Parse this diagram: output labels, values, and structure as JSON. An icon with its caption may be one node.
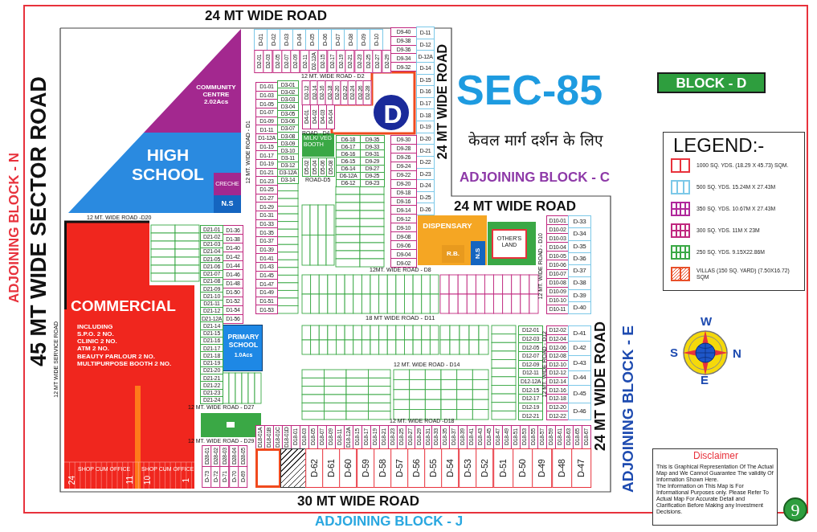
{
  "diagram": {
    "nodes": [
      {
        "text": [
          "COMMUNITY CENTRE",
          "2.02Acs"
        ]
      },
      {
        "text": [
          "HIGH SCHOOL"
        ]
      },
      {
        "text": [
          "CRECHE"
        ],
        "in": 1
      },
      {
        "text": [
          "N.S"
        ],
        "in": 1
      },
      {
        "text": [
          "COMMERCIAL",
          "INCLUDING",
          "S.P.O. 2 NO.",
          "CLINIC 2 NO.",
          "ATM 2 NO.",
          "BEAUTY PARLOUR 2 NO.",
          "MULTIPURPOSE BOOTH 2 NO."
        ]
      },
      {
        "text": [
          "PRIMARY SCHOOL",
          "1.0Acs"
        ]
      },
      {
        "text": [
          "D"
        ]
      },
      {
        "text": [
          "DISPENSARY"
        ]
      },
      {
        "text": [
          "R.B."
        ],
        "in": 7
      },
      {
        "text": [
          "N.S"
        ],
        "in": 7
      },
      {
        "text": [
          "OTHER'S LAND"
        ]
      },
      {
        "text": [
          "MILK/ VEG BOOTH"
        ]
      },
      {
        "text": [
          "BLOCK - D"
        ]
      },
      {
        "text": [
          "Disclaimer",
          "This is Graphical Representation Of The Actual Map and We Cannot Guarantee The validity Of Information Shown Here.",
          "The Information on This Map is For Informational Purposes only. Please Refer To Actual Map For Accurate Detail and Clarification Before Making any Investment Decisions."
        ]
      },
      {
        "text": [
          "9"
        ]
      },
      {
        "text": [
          "D-01"
        ]
      },
      {
        "text": [
          "D-02"
        ]
      },
      {
        "text": [
          "D-03"
        ]
      },
      {
        "text": [
          "D-04"
        ]
      },
      {
        "text": [
          "D-05"
        ]
      },
      {
        "text": [
          "D-06"
        ]
      },
      {
        "text": [
          "D-07"
        ]
      },
      {
        "text": [
          "D-08"
        ]
      },
      {
        "text": [
          "D-09"
        ]
      },
      {
        "text": [
          "D-10"
        ]
      },
      {
        "text": [
          "D2-01"
        ]
      },
      {
        "text": [
          "D2-03"
        ]
      },
      {
        "text": [
          "D2-05"
        ]
      },
      {
        "text": [
          "D2-07"
        ]
      },
      {
        "text": [
          "D2-09"
        ]
      },
      {
        "text": [
          "D2-11"
        ]
      },
      {
        "text": [
          "D2-12A"
        ]
      },
      {
        "text": [
          "D2-15"
        ]
      },
      {
        "text": [
          "D2-17"
        ]
      },
      {
        "text": [
          "D2-19"
        ]
      },
      {
        "text": [
          "D2-21"
        ]
      },
      {
        "text": [
          "D2-23"
        ]
      },
      {
        "text": [
          "D2-25"
        ]
      },
      {
        "text": [
          "D2-27"
        ]
      },
      {
        "text": [
          "D2-29"
        ]
      },
      {
        "text": [
          "D9-40"
        ]
      },
      {
        "text": [
          "D9-38"
        ]
      },
      {
        "text": [
          "D9-36"
        ]
      },
      {
        "text": [
          "D9-34"
        ]
      },
      {
        "text": [
          "D9-32"
        ]
      },
      {
        "text": [
          "D-11"
        ]
      },
      {
        "text": [
          "D-12"
        ]
      },
      {
        "text": [
          "D-12A"
        ]
      },
      {
        "text": [
          "D-14"
        ]
      },
      {
        "text": [
          "D-15"
        ]
      },
      {
        "text": [
          "D-16"
        ]
      },
      {
        "text": [
          "D-17"
        ]
      },
      {
        "text": [
          "D-18"
        ]
      },
      {
        "text": [
          "D-19"
        ]
      },
      {
        "text": [
          "D-20"
        ]
      },
      {
        "text": [
          "D-21"
        ]
      },
      {
        "text": [
          "D-22"
        ]
      },
      {
        "text": [
          "D-23"
        ]
      },
      {
        "text": [
          "D-24"
        ]
      },
      {
        "text": [
          "D-25"
        ]
      },
      {
        "text": [
          "D-26"
        ]
      },
      {
        "text": [
          "D9-30"
        ]
      },
      {
        "text": [
          "D9-28"
        ]
      },
      {
        "text": [
          "D9-26"
        ]
      },
      {
        "text": [
          "D9-24"
        ]
      },
      {
        "text": [
          "D9-22"
        ]
      },
      {
        "text": [
          "D9-20"
        ]
      },
      {
        "text": [
          "D9-18"
        ]
      },
      {
        "text": [
          "D9-16"
        ]
      },
      {
        "text": [
          "D9-14"
        ]
      },
      {
        "text": [
          "D9-12"
        ]
      },
      {
        "text": [
          "D9-10"
        ]
      },
      {
        "text": [
          "D9-08"
        ]
      },
      {
        "text": [
          "D9-06"
        ]
      },
      {
        "text": [
          "D9-04"
        ]
      },
      {
        "text": [
          "D9-02"
        ]
      },
      {
        "text": [
          "D1-01"
        ]
      },
      {
        "text": [
          "D1-03"
        ]
      },
      {
        "text": [
          "D1-05"
        ]
      },
      {
        "text": [
          "D1-07"
        ]
      },
      {
        "text": [
          "D1-09"
        ]
      },
      {
        "text": [
          "D1-11"
        ]
      },
      {
        "text": [
          "D1-12A"
        ]
      },
      {
        "text": [
          "D1-15"
        ]
      },
      {
        "text": [
          "D1-17"
        ]
      },
      {
        "text": [
          "D1-19"
        ]
      },
      {
        "text": [
          "D1-21"
        ]
      },
      {
        "text": [
          "D1-23"
        ]
      },
      {
        "text": [
          "D1-25"
        ]
      },
      {
        "text": [
          "D1-27"
        ]
      },
      {
        "text": [
          "D1-29"
        ]
      },
      {
        "text": [
          "D1-31"
        ]
      },
      {
        "text": [
          "D1-33"
        ]
      },
      {
        "text": [
          "D1-35"
        ]
      },
      {
        "text": [
          "D1-37"
        ]
      },
      {
        "text": [
          "D1-39"
        ]
      },
      {
        "text": [
          "D1-41"
        ]
      },
      {
        "text": [
          "D1-43"
        ]
      },
      {
        "text": [
          "D1-45"
        ]
      },
      {
        "text": [
          "D1-47"
        ]
      },
      {
        "text": [
          "D1-49"
        ]
      },
      {
        "text": [
          "D1-51"
        ]
      },
      {
        "text": [
          "D1-53"
        ]
      },
      {
        "text": [
          "D3-01"
        ]
      },
      {
        "text": [
          "D3-02"
        ]
      },
      {
        "text": [
          "D3-03"
        ]
      },
      {
        "text": [
          "D3-04"
        ]
      },
      {
        "text": [
          "D3-05"
        ]
      },
      {
        "text": [
          "D3-06"
        ]
      },
      {
        "text": [
          "D3-07"
        ]
      },
      {
        "text": [
          "D3-08"
        ]
      },
      {
        "text": [
          "D3-09"
        ]
      },
      {
        "text": [
          "D3-10"
        ]
      },
      {
        "text": [
          "D3-11"
        ]
      },
      {
        "text": [
          "D3-12"
        ]
      },
      {
        "text": [
          "D3-12A"
        ]
      },
      {
        "text": [
          "D3-14"
        ]
      },
      {
        "text": [
          "D2-12"
        ]
      },
      {
        "text": [
          "D2-14"
        ]
      },
      {
        "text": [
          "D2-16"
        ]
      },
      {
        "text": [
          "D2-18"
        ]
      },
      {
        "text": [
          "D2-20"
        ]
      },
      {
        "text": [
          "D2-22"
        ]
      },
      {
        "text": [
          "D2-24"
        ]
      },
      {
        "text": [
          "D2-26"
        ]
      },
      {
        "text": [
          "D2-28"
        ]
      },
      {
        "text": [
          "D4-01"
        ]
      },
      {
        "text": [
          "D4-02"
        ]
      },
      {
        "text": [
          "D4-03"
        ]
      },
      {
        "text": [
          "D4-04"
        ]
      },
      {
        "text": [
          "D5-02"
        ]
      },
      {
        "text": [
          "D5-04"
        ]
      },
      {
        "text": [
          "D5-06"
        ]
      },
      {
        "text": [
          "D5-08"
        ]
      },
      {
        "text": [
          "D6-18"
        ]
      },
      {
        "text": [
          "D6-17"
        ]
      },
      {
        "text": [
          "D6-16"
        ]
      },
      {
        "text": [
          "D6-15"
        ]
      },
      {
        "text": [
          "D6-14"
        ]
      },
      {
        "text": [
          "D6-12A"
        ]
      },
      {
        "text": [
          "D6-12"
        ]
      },
      {
        "text": [
          "D9-35"
        ]
      },
      {
        "text": [
          "D9-33"
        ]
      },
      {
        "text": [
          "D9-31"
        ]
      },
      {
        "text": [
          "D9-29"
        ]
      },
      {
        "text": [
          "D9-27"
        ]
      },
      {
        "text": [
          "D9-25"
        ]
      },
      {
        "text": [
          "D9-23"
        ]
      },
      {
        "text": [
          "D1-36"
        ]
      },
      {
        "text": [
          "D1-38"
        ]
      },
      {
        "text": [
          "D1-40"
        ]
      },
      {
        "text": [
          "D1-42"
        ]
      },
      {
        "text": [
          "D1-44"
        ]
      },
      {
        "text": [
          "D1-46"
        ]
      },
      {
        "text": [
          "D1-48"
        ]
      },
      {
        "text": [
          "D1-50"
        ]
      },
      {
        "text": [
          "D1-52"
        ]
      },
      {
        "text": [
          "D1-54"
        ]
      },
      {
        "text": [
          "D1-56"
        ]
      },
      {
        "text": [
          "D21-01"
        ]
      },
      {
        "text": [
          "D21-02"
        ]
      },
      {
        "text": [
          "D21-03"
        ]
      },
      {
        "text": [
          "D21-04"
        ]
      },
      {
        "text": [
          "D21-05"
        ]
      },
      {
        "text": [
          "D21-06"
        ]
      },
      {
        "text": [
          "D21-07"
        ]
      },
      {
        "text": [
          "D21-08"
        ]
      },
      {
        "text": [
          "D21-09"
        ]
      },
      {
        "text": [
          "D21-10"
        ]
      },
      {
        "text": [
          "D21-11"
        ]
      },
      {
        "text": [
          "D21-12"
        ]
      },
      {
        "text": [
          "D21-12A"
        ]
      },
      {
        "text": [
          "D21-14"
        ]
      },
      {
        "text": [
          "D21-15"
        ]
      },
      {
        "text": [
          "D21-16"
        ]
      },
      {
        "text": [
          "D21-17"
        ]
      },
      {
        "text": [
          "D21-18"
        ]
      },
      {
        "text": [
          "D21-19"
        ]
      },
      {
        "text": [
          "D21-20"
        ]
      },
      {
        "text": [
          "D21-21"
        ]
      },
      {
        "text": [
          "D21-22"
        ]
      },
      {
        "text": [
          "D21-23"
        ]
      },
      {
        "text": [
          "D21-24"
        ]
      },
      {
        "text": [
          "D10-01"
        ]
      },
      {
        "text": [
          "D10-02"
        ]
      },
      {
        "text": [
          "D10-03"
        ]
      },
      {
        "text": [
          "D10-04"
        ]
      },
      {
        "text": [
          "D10-05"
        ]
      },
      {
        "text": [
          "D10-06"
        ]
      },
      {
        "text": [
          "D10-07"
        ]
      },
      {
        "text": [
          "D10-08"
        ]
      },
      {
        "text": [
          "D10-09"
        ]
      },
      {
        "text": [
          "D10-10"
        ]
      },
      {
        "text": [
          "D10-11"
        ]
      },
      {
        "text": [
          "D-33"
        ]
      },
      {
        "text": [
          "D-34"
        ]
      },
      {
        "text": [
          "D-35"
        ]
      },
      {
        "text": [
          "D-36"
        ]
      },
      {
        "text": [
          "D-37"
        ]
      },
      {
        "text": [
          "D-38"
        ]
      },
      {
        "text": [
          "D-39"
        ]
      },
      {
        "text": [
          "D-40"
        ]
      },
      {
        "text": [
          "D12-01"
        ]
      },
      {
        "text": [
          "D12-03"
        ]
      },
      {
        "text": [
          "D12-05"
        ]
      },
      {
        "text": [
          "D12-07"
        ]
      },
      {
        "text": [
          "D12-09"
        ]
      },
      {
        "text": [
          "D12-11"
        ]
      },
      {
        "text": [
          "D12-12A"
        ]
      },
      {
        "text": [
          "D12-15"
        ]
      },
      {
        "text": [
          "D12-17"
        ]
      },
      {
        "text": [
          "D12-19"
        ]
      },
      {
        "text": [
          "D12-21"
        ]
      },
      {
        "text": [
          "D12-02"
        ]
      },
      {
        "text": [
          "D12-04"
        ]
      },
      {
        "text": [
          "D12-06"
        ]
      },
      {
        "text": [
          "D12-08"
        ]
      },
      {
        "text": [
          "D12-10"
        ]
      },
      {
        "text": [
          "D12-12"
        ]
      },
      {
        "text": [
          "D12-14"
        ]
      },
      {
        "text": [
          "D12-16"
        ]
      },
      {
        "text": [
          "D12-18"
        ]
      },
      {
        "text": [
          "D12-20"
        ]
      },
      {
        "text": [
          "D12-22"
        ]
      },
      {
        "text": [
          "D-41"
        ]
      },
      {
        "text": [
          "D-42"
        ]
      },
      {
        "text": [
          "D-43"
        ]
      },
      {
        "text": [
          "D-44"
        ]
      },
      {
        "text": [
          "D-45"
        ]
      },
      {
        "text": [
          "D-46"
        ]
      },
      {
        "text": [
          "D18-01A"
        ]
      },
      {
        "text": [
          "D18-01B"
        ]
      },
      {
        "text": [
          "D18-01C"
        ]
      },
      {
        "text": [
          "D18-01D"
        ]
      },
      {
        "text": [
          "D18-01"
        ]
      },
      {
        "text": [
          "D18-03"
        ]
      },
      {
        "text": [
          "D18-05"
        ]
      },
      {
        "text": [
          "D18-07"
        ]
      },
      {
        "text": [
          "D18-09"
        ]
      },
      {
        "text": [
          "D18-11"
        ]
      },
      {
        "text": [
          "D18-12A"
        ]
      },
      {
        "text": [
          "D18-15"
        ]
      },
      {
        "text": [
          "D18-17"
        ]
      },
      {
        "text": [
          "D18-19"
        ]
      },
      {
        "text": [
          "D18-21"
        ]
      },
      {
        "text": [
          "D18-23"
        ]
      },
      {
        "text": [
          "D18-25"
        ]
      },
      {
        "text": [
          "D18-27"
        ]
      },
      {
        "text": [
          "D18-29"
        ]
      },
      {
        "text": [
          "D18-31"
        ]
      },
      {
        "text": [
          "D18-33"
        ]
      },
      {
        "text": [
          "D18-35"
        ]
      },
      {
        "text": [
          "D18-37"
        ]
      },
      {
        "text": [
          "D18-39"
        ]
      },
      {
        "text": [
          "D18-41"
        ]
      },
      {
        "text": [
          "D18-43"
        ]
      },
      {
        "text": [
          "D18-45"
        ]
      },
      {
        "text": [
          "D18-47"
        ]
      },
      {
        "text": [
          "D18-49"
        ]
      },
      {
        "text": [
          "D18-51"
        ]
      },
      {
        "text": [
          "D18-53"
        ]
      },
      {
        "text": [
          "D18-55"
        ]
      },
      {
        "text": [
          "D18-57"
        ]
      },
      {
        "text": [
          "D18-59"
        ]
      },
      {
        "text": [
          "D18-61"
        ]
      },
      {
        "text": [
          "D18-63"
        ]
      },
      {
        "text": [
          "D18-65"
        ]
      },
      {
        "text": [
          "D18-67"
        ]
      },
      {
        "text": [],
        "shape": "box"
      },
      {
        "text": [],
        "shape": "box"
      },
      {
        "text": [
          "D-62"
        ]
      },
      {
        "text": [
          "D-61"
        ]
      },
      {
        "text": [
          "D-60"
        ]
      },
      {
        "text": [
          "D-59"
        ]
      },
      {
        "text": [
          "D-58"
        ]
      },
      {
        "text": [
          "D-57"
        ]
      },
      {
        "text": [
          "D-56"
        ]
      },
      {
        "text": [
          "D-55"
        ]
      },
      {
        "text": [
          "D-54"
        ]
      },
      {
        "text": [
          "D-53"
        ]
      },
      {
        "text": [
          "D-52"
        ]
      },
      {
        "text": [
          "D-51"
        ]
      },
      {
        "text": [
          "D-50"
        ]
      },
      {
        "text": [
          "D-49"
        ]
      },
      {
        "text": [
          "D-48"
        ]
      },
      {
        "text": [
          "D-47"
        ]
      },
      {
        "text": [
          "D28-01"
        ]
      },
      {
        "text": [
          "D28-02"
        ]
      },
      {
        "text": [
          "D28-03"
        ]
      },
      {
        "text": [
          "D28-04"
        ]
      },
      {
        "text": [
          "D28-05"
        ]
      },
      {
        "text": [
          "D-73"
        ]
      },
      {
        "text": [
          "D-72"
        ]
      },
      {
        "text": [
          "D-71"
        ]
      },
      {
        "text": [
          "D-70"
        ]
      },
      {
        "text": [
          "D-69"
        ]
      }
    ],
    "labels": [
      "24 MT WIDE ROAD",
      "ADJOINING BLOCK - N",
      "45 MT WIDE SECTOR ROAD",
      "12 MT WIDE SERVICE ROAD",
      "12 MT. WIDE ROAD - D2",
      "ROAD - D4",
      "ROAD-D5",
      "12 MT. WIDE ROAD - D1",
      "24 MT WIDE ROAD",
      "SEC-85",
      "केवल मार्ग दर्शन के लिए",
      "ADJOINING BLOCK - C",
      "12 MT. WIDE ROAD -D20",
      "24 MT WIDE ROAD",
      "12MT. WIDE ROAD - D8",
      "12 MT. WIDE ROAD - D10",
      "18 MT WIDE ROAD - D11",
      "12 MT. WIDE ROAD - D12",
      "12 MT. WIDE ROAD - D14",
      "12 MT. WIDE ROAD - D27",
      "12 MT. WIDE ROAD - D29",
      "12 MT. WIDE ROAD -D18",
      "24 MT WIDE ROAD",
      "ADJOINING BLOCK - E",
      "LEGEND:-",
      "W",
      "S",
      "N",
      "E",
      "SHOP CUM OFFICE",
      "SHOP CUM OFFICE",
      "24",
      "11",
      "10",
      "1",
      "30 MT WIDE ROAD",
      "ADJOINING BLOCK - J"
    ],
    "legend": [
      {
        "text": "1000 SQ. YDS. (18.29 X 45.73) SQM.",
        "color": "#e8323c"
      },
      {
        "text": "500 SQ. YDS. 15.24M X 27.43M",
        "color": "#7cc8e8"
      },
      {
        "text": "350 SQ. YDS. 10.67M X 27.43M",
        "color": "#b0279b"
      },
      {
        "text": "300 SQ. YDS. 11M X 23M",
        "color": "#c0287f"
      },
      {
        "text": "250 SQ. YDS. 9.15X22.86M",
        "color": "#3aa845"
      },
      {
        "text": "VILLAS (150 SQ. YARD) (7.50X16.72) SQM",
        "color": "#e8502a"
      }
    ]
  }
}
